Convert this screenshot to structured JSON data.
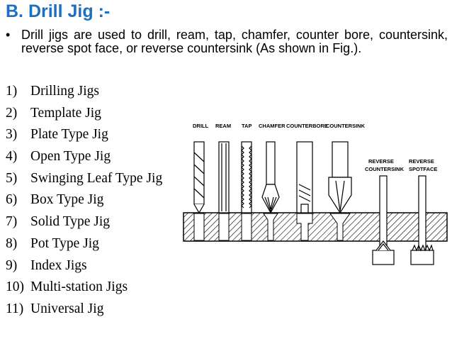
{
  "title": "B.  Drill Jig :-",
  "bullet": {
    "symbol": "•",
    "text": "Drill jigs are used to drill, ream, tap, chamfer, counter bore, countersink, reverse spot face, or reverse countersink (As shown in Fig.)."
  },
  "jig_types": [
    {
      "num": "1)",
      "name": "Drilling Jigs"
    },
    {
      "num": "2)",
      "name": "Template Jig"
    },
    {
      "num": "3)",
      "name": "Plate Type Jig"
    },
    {
      "num": "4)",
      "name": "Open Type Jig"
    },
    {
      "num": "5)",
      "name": "Swinging Leaf Type Jig"
    },
    {
      "num": "6)",
      "name": "Box Type Jig"
    },
    {
      "num": "7)",
      "name": "Solid Type Jig"
    },
    {
      "num": "8)",
      "name": "Pot Type Jig"
    },
    {
      "num": "9)",
      "name": "Index Jigs"
    },
    {
      "num": "10)",
      "name": "Multi-station Jigs"
    },
    {
      "num": "11)",
      "name": "Universal Jig"
    }
  ],
  "figure": {
    "labels": {
      "drill": "DRILL",
      "ream": "REAM",
      "tap": "TAP",
      "chamfer": "CHAMFER",
      "counterbore": "COUNTERBORE",
      "countersink": "COUNTERSINK",
      "reverse_countersink_1": "REVERSE",
      "reverse_countersink_2": "COUNTERSINK",
      "reverse_spotface_1": "REVERSE",
      "reverse_spotface_2": "SPOTFACE"
    }
  },
  "colors": {
    "title": "#1f6fc0"
  }
}
